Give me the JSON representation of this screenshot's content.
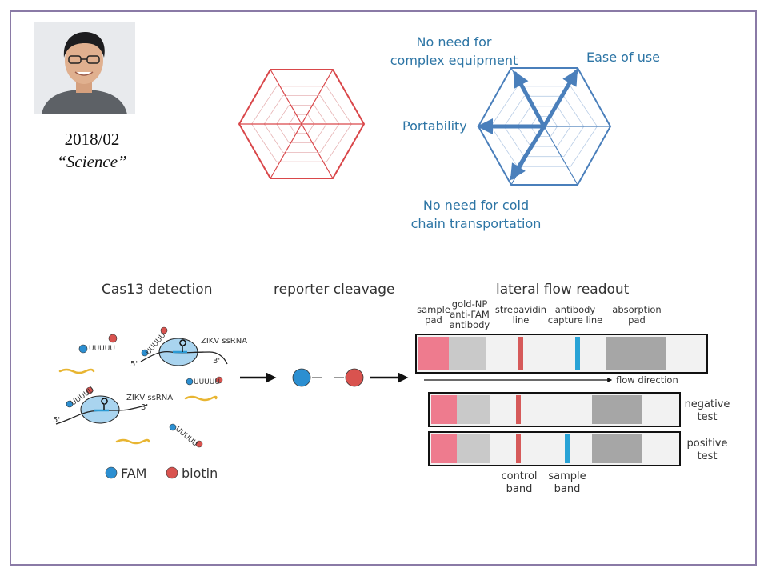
{
  "top": {
    "date": "2018/02",
    "journal": "“Science”",
    "radar_labels": {
      "equipment": "No need for\ncomplex equipment",
      "ease": "Ease of use",
      "portability": "Portability",
      "cold_chain": "No need for cold\nchain transportation"
    }
  },
  "bottom": {
    "headings": {
      "cas13": "Cas13 detection",
      "cleavage": "reporter cleavage",
      "lateral": "lateral flow readout"
    },
    "strip_labels": {
      "sample_pad": "sample\npad",
      "gold": "gold-NP\nanti-FAM\nantibody",
      "strep": "strepavidin\nline",
      "antibody_line": "antibody\ncapture line",
      "absorption": "absorption\npad"
    },
    "flow_direction": "flow direction",
    "negative": "negative\ntest",
    "positive": "positive\ntest",
    "control_band": "control\nband",
    "sample_band": "sample\nband",
    "ssrna": "ZIKV ssRNA",
    "reporter_seq": "UUUUU",
    "prime5": "5'",
    "prime3": "3'",
    "legend": {
      "fam": "FAM",
      "biotin": "biotin"
    }
  },
  "colors": {
    "frame": "#8a7aa6",
    "red_hex": "#d9474a",
    "blue_hex": "#4a7fbb",
    "label_blue": "#2d75a5",
    "pink_pad": "#ee7b8e",
    "gray_pad": "#c9c9c9",
    "dark_pad": "#a6a6a6",
    "control_line": "#d65a5a",
    "capture_line": "#29a3d6",
    "fam": "#2c8fd1",
    "biotin": "#d9534f",
    "rna_yellow": "#e8b531",
    "cell_fill": "#a9d4ef"
  }
}
